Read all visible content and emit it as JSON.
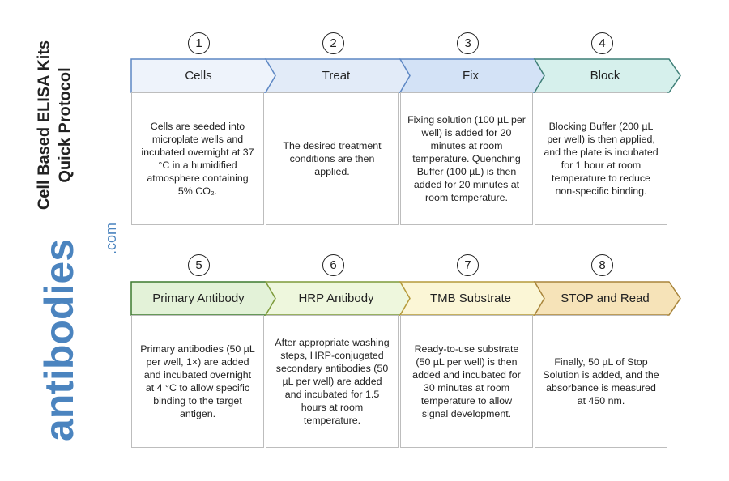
{
  "title": {
    "line1": "Cell Based ELISA Kits",
    "line2": "Quick Protocol"
  },
  "brand": {
    "name": "antibodies",
    "suffix": ".com",
    "color": "#4b84bf"
  },
  "steps": [
    {
      "number": "1",
      "label": "Cells",
      "fill": "#eef3fb",
      "stroke": "#5d87c4",
      "description": "Cells are seeded into microplate wells and incubated overnight at 37 °C in a humidified atmosphere containing 5% CO₂."
    },
    {
      "number": "2",
      "label": "Treat",
      "fill": "#e2ebf8",
      "stroke": "#5d87c4",
      "description": "The desired treatment conditions are then applied."
    },
    {
      "number": "3",
      "label": "Fix",
      "fill": "#d3e2f6",
      "stroke": "#5d87c4",
      "description": "Fixing solution (100 µL per well) is added for 20 minutes at room temperature. Quenching Buffer (100 µL) is then added for 20 minutes at room temperature."
    },
    {
      "number": "4",
      "label": "Block",
      "fill": "#d6f0ec",
      "stroke": "#3f7f77",
      "description": "Blocking Buffer (200 µL per well) is then applied, and the plate is incubated for 1 hour at room temperature to reduce non-specific binding."
    },
    {
      "number": "5",
      "label": "Primary Antibody",
      "fill": "#e3f2d8",
      "stroke": "#3d7a2f",
      "description": "Primary antibodies (50 µL per well, 1×) are added and incubated overnight at 4 °C to allow specific binding to the target antigen."
    },
    {
      "number": "6",
      "label": "HRP Antibody",
      "fill": "#eef7dd",
      "stroke": "#7d9a3a",
      "description": "After appropriate washing steps, HRP-conjugated secondary antibodies (50 µL per well) are added and incubated for 1.5 hours at room temperature."
    },
    {
      "number": "7",
      "label": "TMB Substrate",
      "fill": "#fbf6d6",
      "stroke": "#b59a3a",
      "description": "Ready-to-use substrate (50 µL per well) is then added and incubated for 30 minutes at room temperature to allow signal development."
    },
    {
      "number": "8",
      "label": "STOP and Read",
      "fill": "#f6e3b8",
      "stroke": "#a8843a",
      "description": "Finally, 50 µL of Stop Solution is added, and the absorbance is measured at 450 nm."
    }
  ]
}
